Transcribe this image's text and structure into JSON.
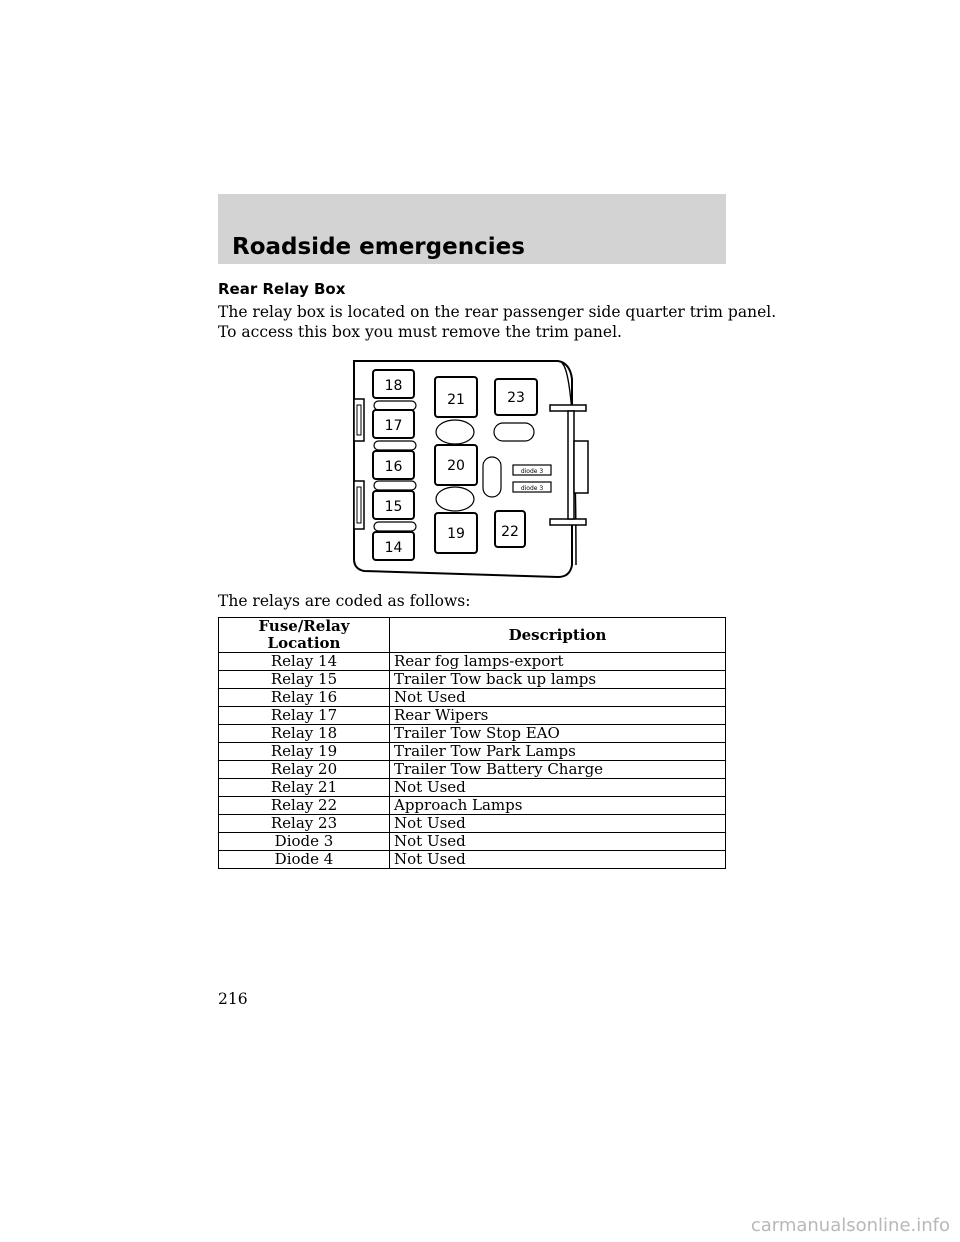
{
  "header": {
    "title": "Roadside emergencies"
  },
  "section": {
    "heading": "Rear Relay Box",
    "paragraph_lines": [
      "The relay box is located on the rear passenger side quarter trim panel.",
      "To access this box you must remove the trim panel."
    ],
    "coded_intro": "The relays are coded as follows:"
  },
  "diagram": {
    "relay_labels": [
      "18",
      "17",
      "16",
      "15",
      "14",
      "21",
      "20",
      "19",
      "23",
      "22"
    ],
    "diode_labels": [
      "diode 3",
      "diode 3"
    ]
  },
  "table": {
    "headers": [
      "Fuse/Relay Location",
      "Description"
    ],
    "rows": [
      [
        "Relay 14",
        "Rear fog lamps-export"
      ],
      [
        "Relay 15",
        "Trailer Tow back up lamps"
      ],
      [
        "Relay 16",
        "Not Used"
      ],
      [
        "Relay 17",
        "Rear Wipers"
      ],
      [
        "Relay 18",
        "Trailer Tow Stop EAO"
      ],
      [
        "Relay 19",
        "Trailer Tow Park Lamps"
      ],
      [
        "Relay 20",
        "Trailer Tow Battery Charge"
      ],
      [
        "Relay 21",
        "Not Used"
      ],
      [
        "Relay 22",
        "Approach Lamps"
      ],
      [
        "Relay 23",
        "Not Used"
      ],
      [
        "Diode 3",
        "Not Used"
      ],
      [
        "Diode 4",
        "Not Used"
      ]
    ]
  },
  "page_number": "216",
  "watermark": "carmanualsonline.info"
}
